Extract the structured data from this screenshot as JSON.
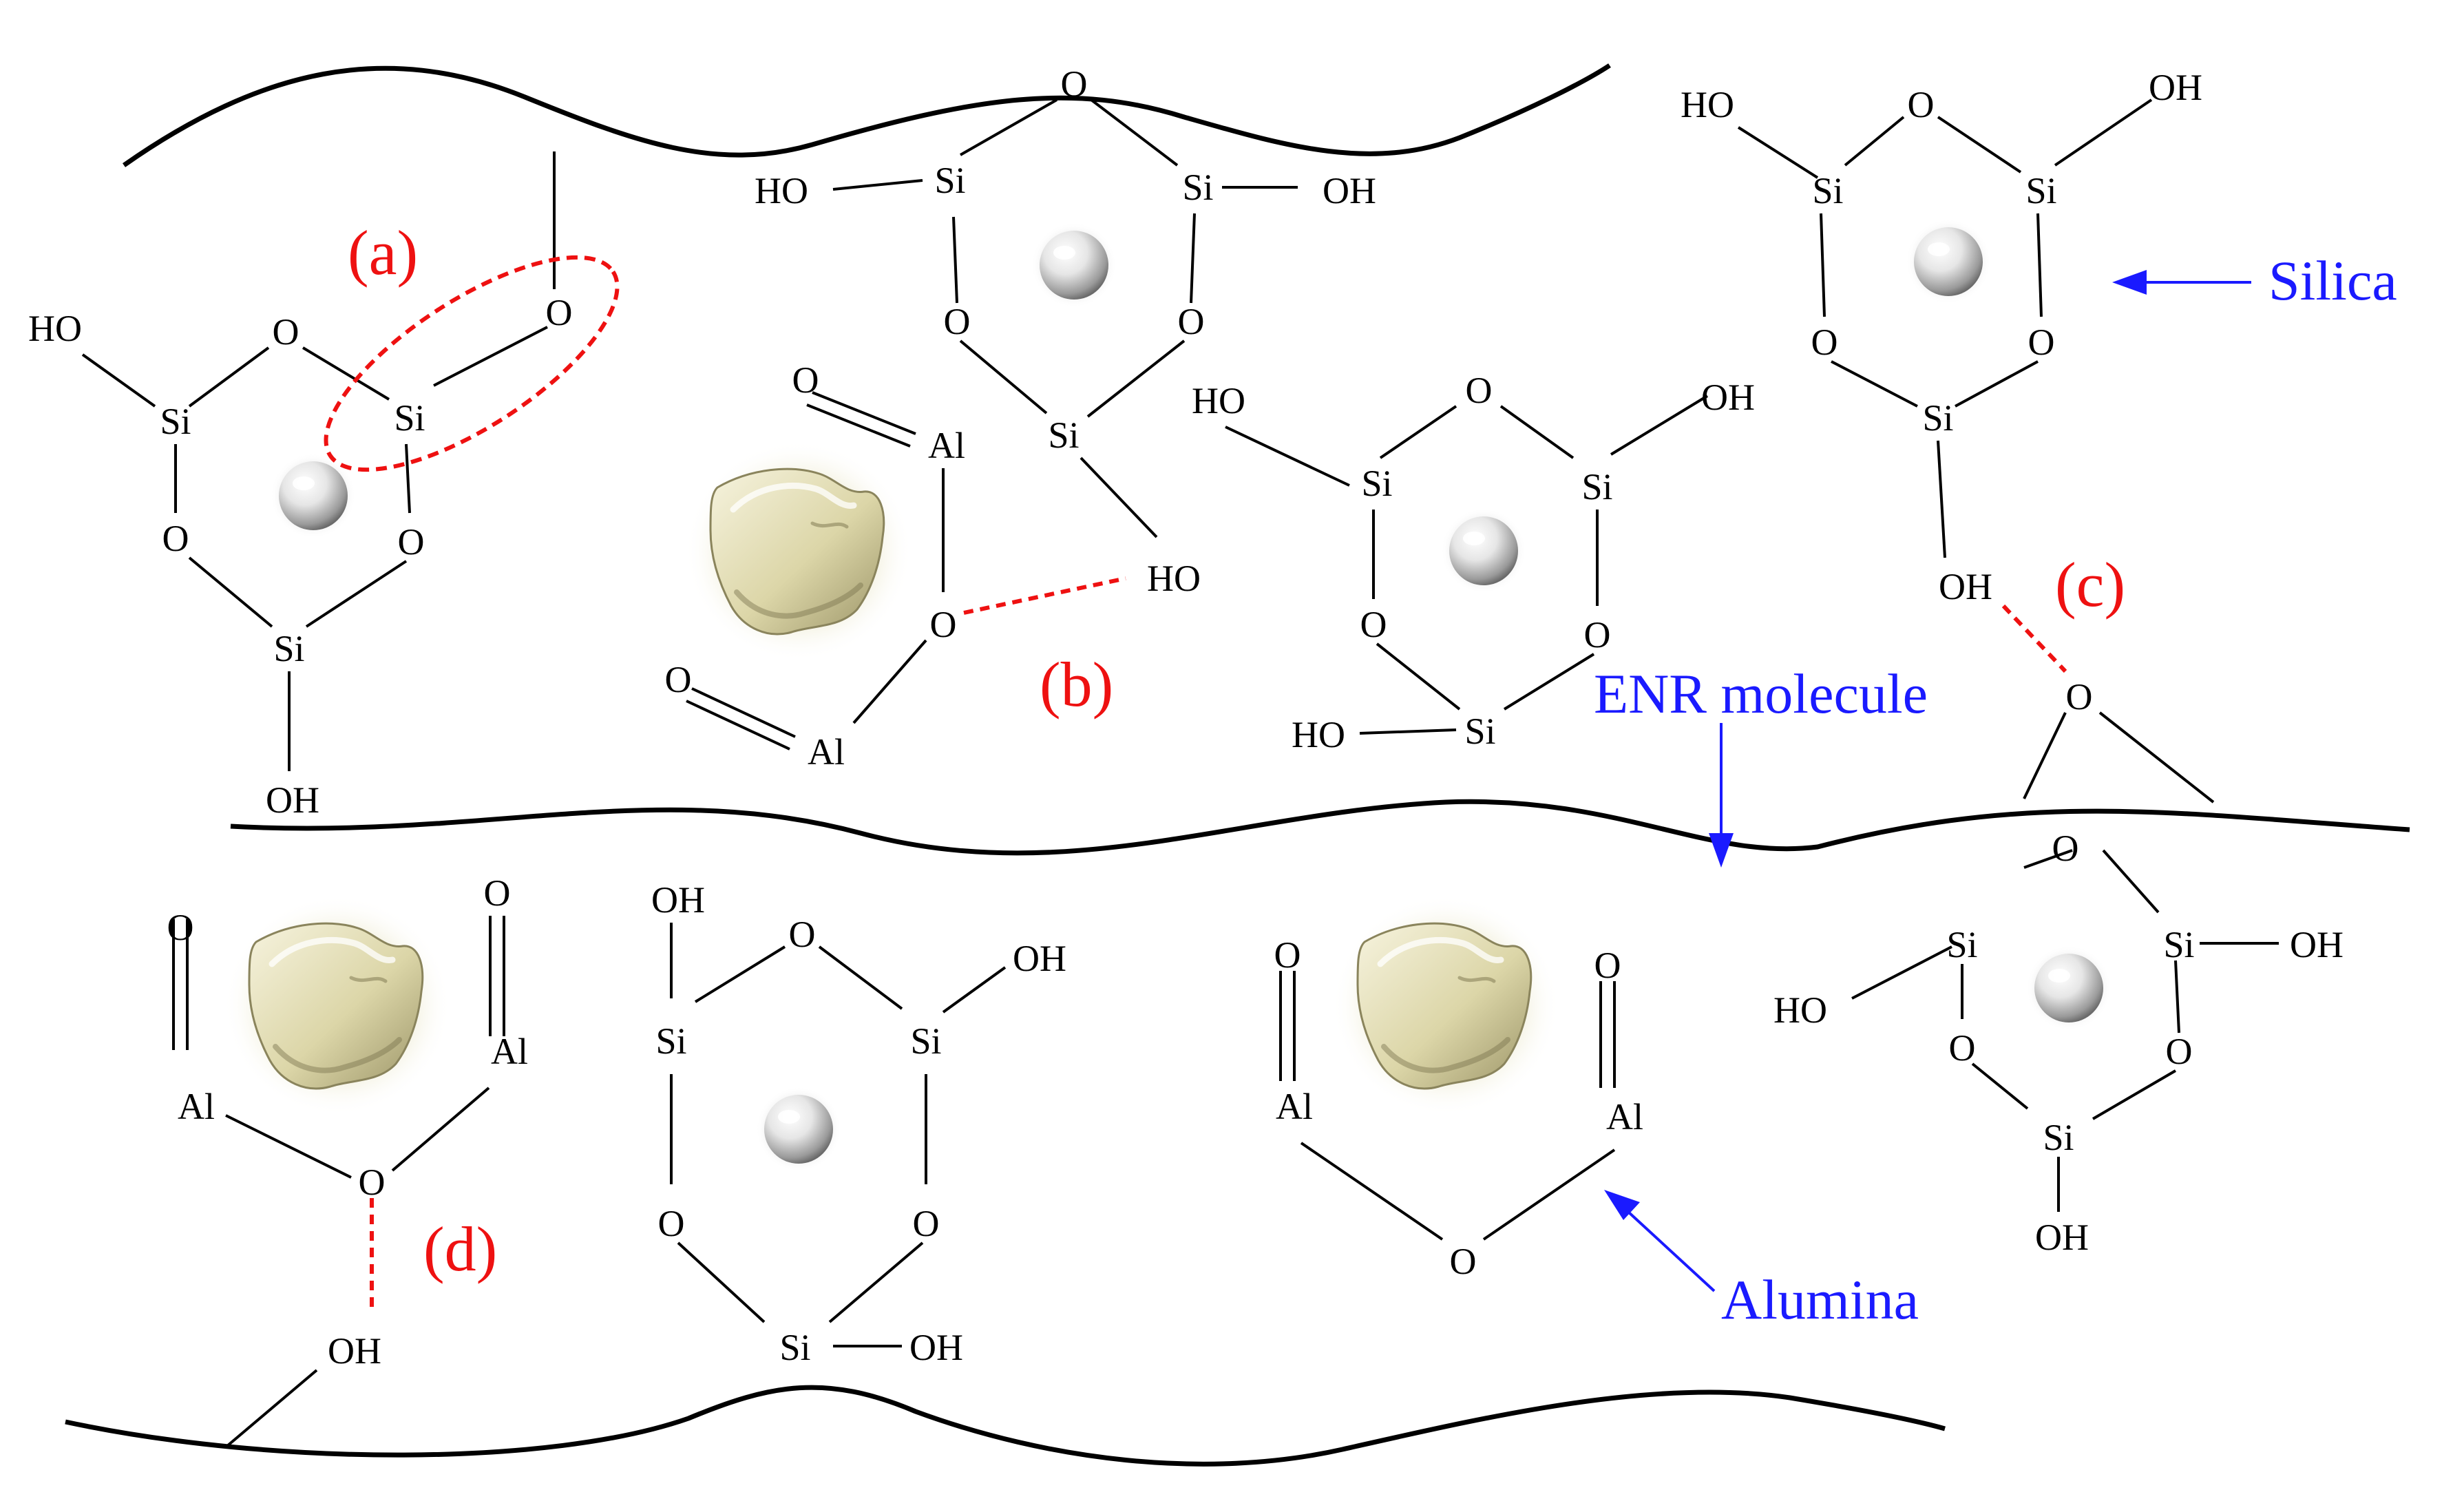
{
  "atoms": {
    "si": "Si",
    "o": "O",
    "oh": "OH",
    "ho": "HO",
    "al": "Al"
  },
  "labels": {
    "a": "(a)",
    "b": "(b)",
    "c": "(c)",
    "d": "(d)",
    "silica": "Silica",
    "enr_molecule": "ENR molecule",
    "alumina": "Alumina"
  },
  "colors": {
    "label_red": "#ee1111",
    "label_blue": "#1a1aff",
    "bond": "#000000",
    "hydrogen_bond": "#ee1111"
  }
}
